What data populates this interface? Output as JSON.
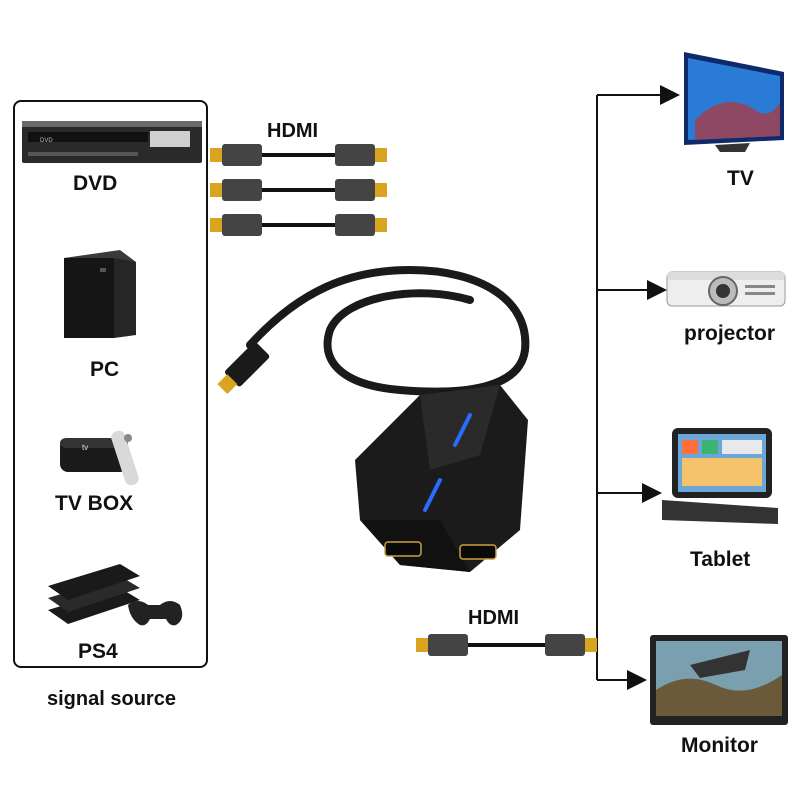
{
  "sources": {
    "caption": "signal source",
    "dvd": "DVD",
    "pc": "PC",
    "tvbox": "TV BOX",
    "ps4": "PS4",
    "dvd_panel_text": "DVD"
  },
  "cables": {
    "top_label": "HDMI",
    "bottom_label": "HDMI"
  },
  "outputs": {
    "tv": "TV",
    "projector": "projector",
    "tablet": "Tablet",
    "monitor": "Monitor"
  },
  "colors": {
    "line": "#111111",
    "plug_gold": "#d9a520",
    "switch_body": "#1b1b1b",
    "led": "#2b6bff"
  }
}
